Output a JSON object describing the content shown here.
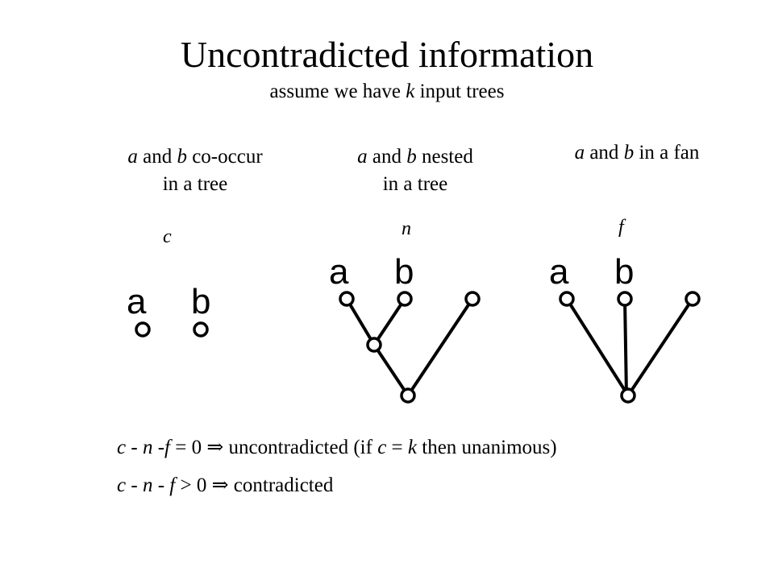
{
  "title": "Uncontradicted information",
  "subtitle": {
    "pre": "assume we have ",
    "k": "k",
    "post": " input trees"
  },
  "panels": [
    {
      "line1": {
        "a": "a",
        "mid": " and ",
        "b": "b",
        "post": " co-occur"
      },
      "line2": "in a tree",
      "var": "c",
      "leaf_a": "a",
      "leaf_b": "b"
    },
    {
      "line1": {
        "a": "a",
        "mid": " and ",
        "b": "b",
        "post": " nested"
      },
      "line2": "in a tree",
      "var": "n",
      "leaf_a": "a",
      "leaf_b": "b"
    },
    {
      "line1": {
        "a": "a",
        "mid": " and ",
        "b": "b",
        "post": " in a fan"
      },
      "var": "f",
      "leaf_a": "a",
      "leaf_b": "b"
    }
  ],
  "equations": [
    {
      "lhs": {
        "c": "c",
        "m1": " - ",
        "n": "n",
        "m2": " -",
        "f": "f",
        "rest": " = 0 "
      },
      "arrow": "⇒",
      "rhs": {
        "pre": " uncontradicted (if ",
        "c": "c",
        "eq": " = ",
        "k": "k",
        "post": " then unanimous)"
      }
    },
    {
      "lhs": {
        "c": "c",
        "m1": " - ",
        "n": "n",
        "m2": " - ",
        "f": "f",
        "rest": " > 0 "
      },
      "arrow": "⇒",
      "rhs": {
        "pre": " contradicted"
      }
    }
  ]
}
